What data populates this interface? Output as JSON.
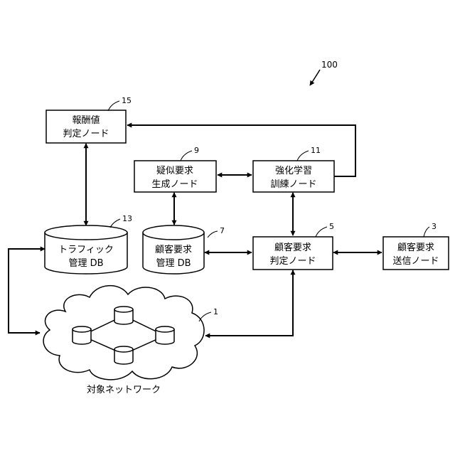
{
  "figure": {
    "ref": "100",
    "nodes": {
      "reward_node": {
        "line1": "報酬値",
        "line2": "判定ノード",
        "ref": "15"
      },
      "pseudo_node": {
        "line1": "疑似要求",
        "line2": "生成ノード",
        "ref": "9"
      },
      "rl_node": {
        "line1": "強化学習",
        "line2": "訓練ノード",
        "ref": "11"
      },
      "traffic_db": {
        "line1": "トラフィック",
        "line2": "管理 DB",
        "ref": "13"
      },
      "customer_db": {
        "line1": "顧客要求",
        "line2": "管理 DB",
        "ref": "7"
      },
      "judge_node": {
        "line1": "顧客要求",
        "line2": "判定ノード",
        "ref": "5"
      },
      "send_node": {
        "line1": "顧客要求",
        "line2": "送信ノード",
        "ref": "3"
      },
      "network": {
        "label": "対象ネットワーク",
        "ref": "1"
      }
    }
  }
}
